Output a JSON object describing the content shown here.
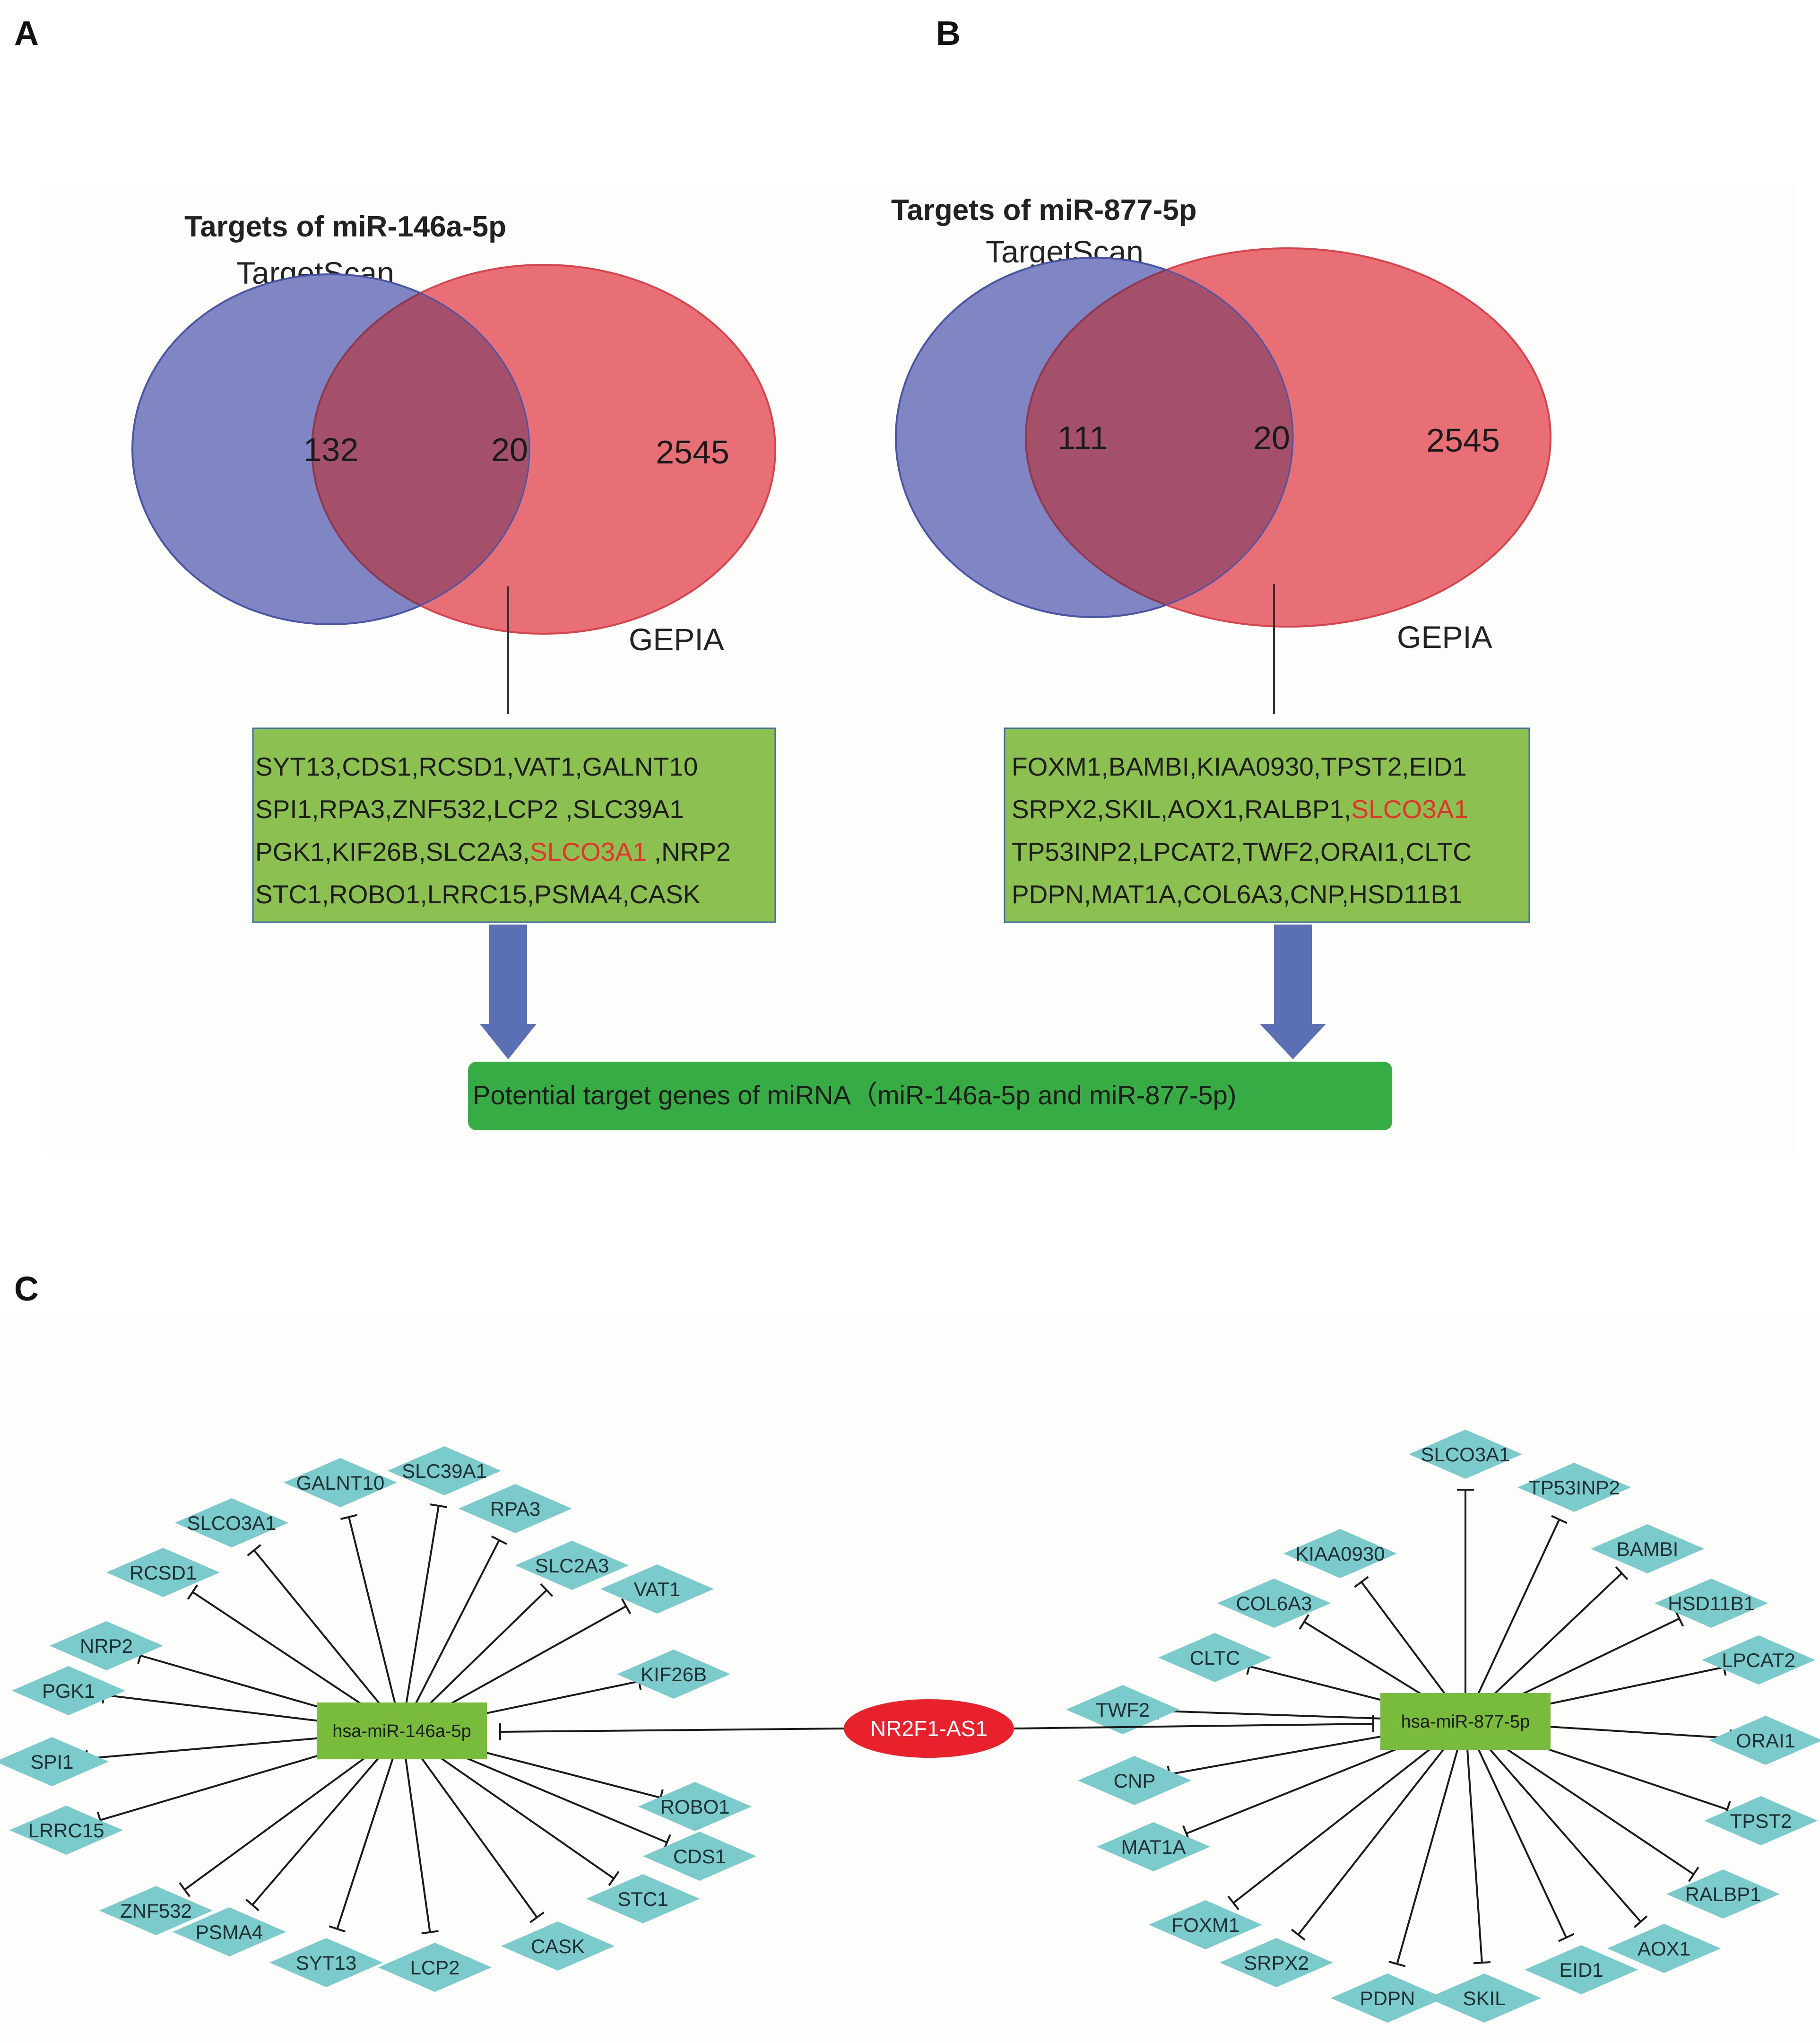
{
  "panels": {
    "a": "A",
    "b": "B",
    "c": "C"
  },
  "colors": {
    "set_left": "#7f86c3",
    "set_right": "#e86f75",
    "overlap": "#a5506b",
    "gene_box": "#8cc152",
    "result_box": "#37ab44",
    "arrow": "#5a6fb4",
    "target_node": "#7ccbcc",
    "mirna_node": "#79bb3a",
    "lncrna_node": "#e8212c",
    "highlight_gene": "#e5322d"
  },
  "venn_a": {
    "title": "Targets of miR-146a-5p",
    "left_label": "TargetScan",
    "right_label": "GEPIA",
    "left_only": "132",
    "overlap": "20",
    "right_only": "2545",
    "gene_lines": [
      [
        {
          "text": "SYT13,CDS1,RCSD1,VAT1,GALNT10"
        }
      ],
      [
        {
          "text": "SPI1,RPA3,ZNF532,LCP2 ,SLC39A1"
        }
      ],
      [
        {
          "text": "PGK1,KIF26B,SLC2A3,"
        },
        {
          "text": "SLCO3A1",
          "highlight": true
        },
        {
          "text": " ,NRP2"
        }
      ],
      [
        {
          "text": "STC1,ROBO1,LRRC15,PSMA4,CASK"
        }
      ]
    ]
  },
  "venn_b": {
    "title": "Targets of miR-877-5p",
    "left_label": "TargetScan",
    "right_label": "GEPIA",
    "left_only": "111",
    "overlap": "20",
    "right_only": "2545",
    "gene_lines": [
      [
        {
          "text": "FOXM1,BAMBI,KIAA0930,TPST2,EID1"
        }
      ],
      [
        {
          "text": "SRPX2,SKIL,AOX1,RALBP1,"
        },
        {
          "text": "SLCO3A1",
          "highlight": true
        }
      ],
      [
        {
          "text": "TP53INP2,LPCAT2,TWF2,ORAI1,CLTC"
        }
      ],
      [
        {
          "text": "PDPN,MAT1A,COL6A3,CNP,HSD11B1"
        }
      ]
    ]
  },
  "result_label": "Potential target genes of miRNA（miR-146a-5p and miR-877-5p)",
  "network": {
    "center": "NR2F1-AS1",
    "left_hub": "hsa-miR-146a-5p",
    "right_hub": "hsa-miR-877-5p",
    "left_targets": [
      "GALNT10",
      "SLC39A1",
      "RPA3",
      "SLC2A3",
      "VAT1",
      "KIF26B",
      "ROBO1",
      "CDS1",
      "STC1",
      "CASK",
      "LCP2",
      "SYT13",
      "PSMA4",
      "ZNF532",
      "LRRC15",
      "SPI1",
      "PGK1",
      "NRP2",
      "RCSD1",
      "SLCO3A1"
    ],
    "right_targets": [
      "SLCO3A1",
      "TP53INP2",
      "BAMBI",
      "HSD11B1",
      "LPCAT2",
      "ORAI1",
      "TPST2",
      "RALBP1",
      "AOX1",
      "EID1",
      "SKIL",
      "PDPN",
      "SRPX2",
      "FOXM1",
      "MAT1A",
      "CNP",
      "TWF2",
      "CLTC",
      "COL6A3",
      "KIAA0930"
    ]
  }
}
